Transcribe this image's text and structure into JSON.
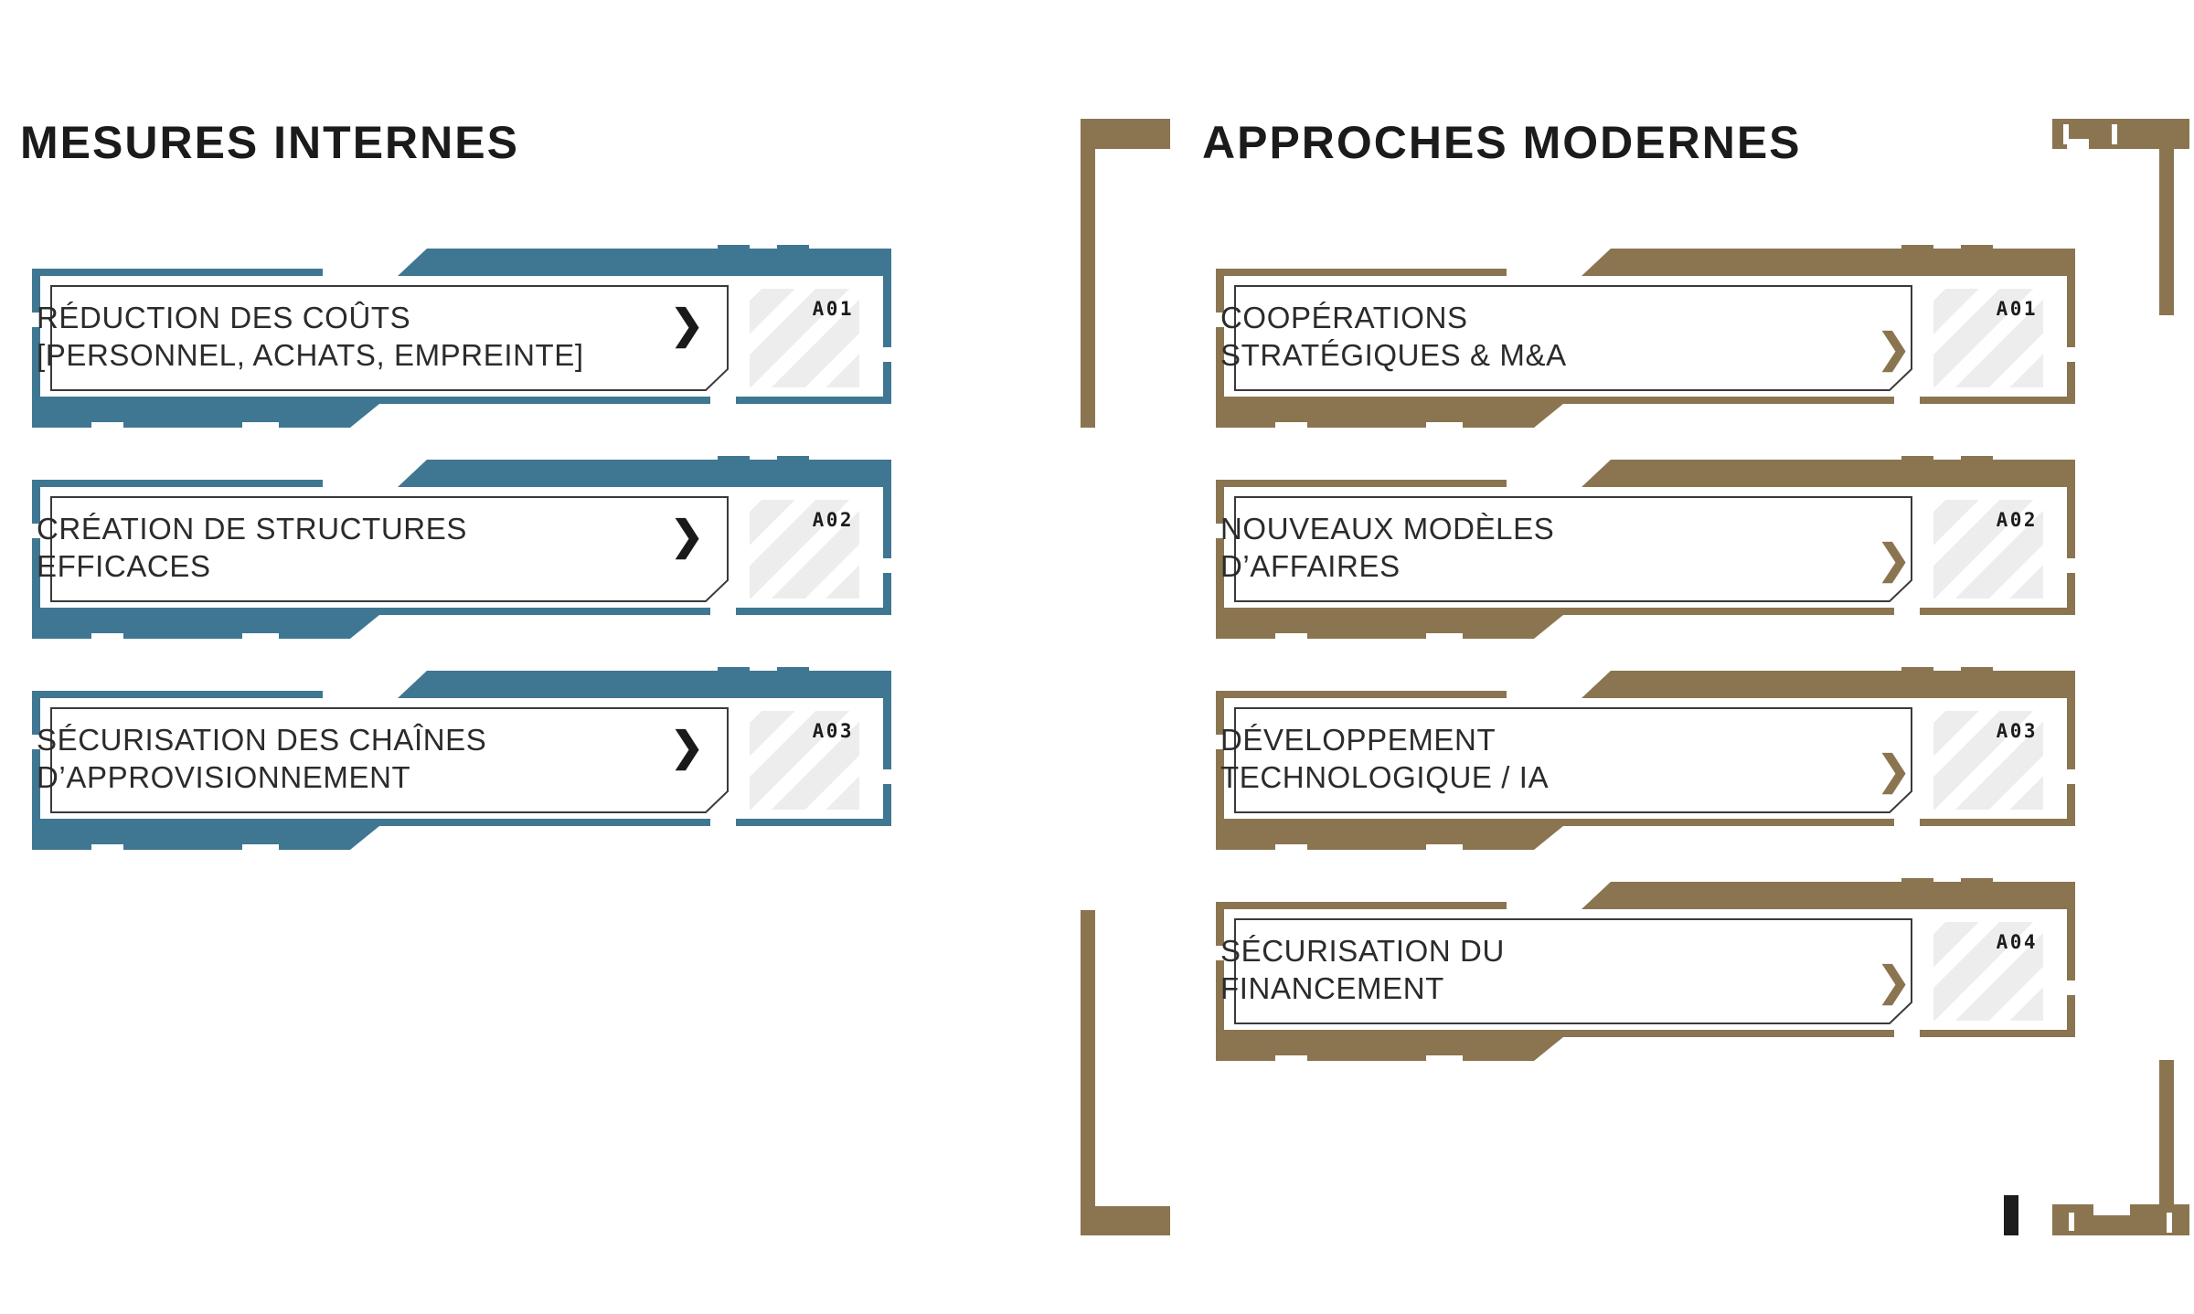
{
  "theme": {
    "blue": "#3F7793",
    "gold": "#8A7550",
    "ink": "#1b1b1b",
    "hatch": "#ededed",
    "background": "#ffffff"
  },
  "columns": [
    {
      "id": "mesures-internes",
      "title": "MESURES INTERNES",
      "accent": "#3F7793",
      "chevron_color": "#1a1a1a",
      "cards": [
        {
          "code": "A01",
          "text": "RÉDUCTION DES COÛTS\n[PERSONNEL, ACHATS, EMPREINTE]",
          "chevron": "❯"
        },
        {
          "code": "A02",
          "text": "CRÉATION DE STRUCTURES\nEFFICACES",
          "chevron": "❯"
        },
        {
          "code": "A03",
          "text": "SÉCURISATION DES CHAÎNES\nD’APPROVISIONNEMENT",
          "chevron": "❯"
        }
      ]
    },
    {
      "id": "approches-modernes",
      "title": "APPROCHES MODERNES",
      "accent": "#8A7550",
      "chevron_color": "#8A7550",
      "cards": [
        {
          "code": "A01",
          "text": "COOPÉRATIONS\nSTRATÉGIQUES & M&A",
          "chevron": "❯"
        },
        {
          "code": "A02",
          "text": "NOUVEAUX MODÈLES\nD’AFFAIRES",
          "chevron": "❯"
        },
        {
          "code": "A03",
          "text": "DÉVELOPPEMENT\nTECHNOLOGIQUE / IA",
          "chevron": "❯"
        },
        {
          "code": "A04",
          "text": "SÉCURISATION DU\nFINANCEMENT",
          "chevron": "❯"
        }
      ]
    }
  ],
  "frame": {
    "color": "#8A7550",
    "marker_color": "#1c1c1c",
    "description": "decorative corner brackets surrounding the right column"
  }
}
